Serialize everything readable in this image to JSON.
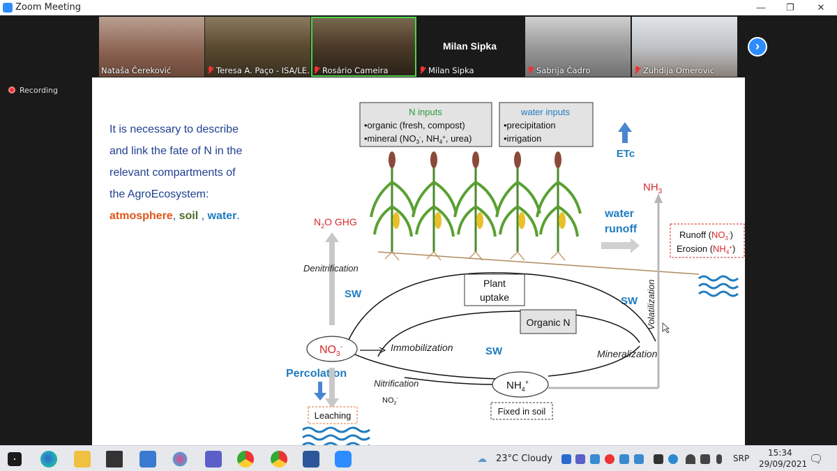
{
  "window": {
    "title": "Zoom Meeting"
  },
  "participants": [
    {
      "name": "Nataša Čereković",
      "muted": false,
      "color": "#9a7060"
    },
    {
      "name": "Teresa A. Paço - ISA/LE...",
      "muted": true,
      "color": "#7a6a50"
    },
    {
      "name": "Rosário Cameira",
      "muted": true,
      "color": "#6a5a40",
      "active": true
    },
    {
      "name": "Milan Sipka",
      "muted": true,
      "color": "#1a1a1a",
      "video": false
    },
    {
      "name": "Sabrija Čadro",
      "muted": true,
      "color": "#aaaaaa"
    },
    {
      "name": "Zuhdija Omerovic",
      "muted": true,
      "color": "#c0c4c8"
    }
  ],
  "recording_label": "Recording",
  "slide": {
    "intro_line1": "It is necessary to describe",
    "intro_line2": "and link the fate of N in the",
    "intro_line3": "relevant compartments of",
    "intro_line4": "the AgroEcosystem:",
    "atmosphere": "atmosphere",
    "soil": "soil",
    "water": "water",
    "n_inputs_title": "N inputs",
    "n_inputs_1": "•organic (fresh, compost)",
    "n_inputs_2": "•mineral (NO",
    "water_inputs_title": "water inputs",
    "water_inputs_1": "•precipitation",
    "water_inputs_2": "•irrigation",
    "etc": "ETc",
    "nh3": "NH",
    "n2o": "GHG",
    "water_runoff_1": "water",
    "water_runoff_2": "runoff",
    "runoff_label": "Runoff (",
    "erosion_label": "Erosion (",
    "denitrification": "Denitrification",
    "sw": "SW",
    "plant_uptake_1": "Plant",
    "plant_uptake_2": "uptake",
    "organic_n": "Organic N",
    "volatilization": "Volatilization",
    "immobilization": "Immobilization",
    "mineralization": "Mineralization",
    "percolation": "Percolation",
    "nitrification": "Nitrification",
    "no2": "NO",
    "leaching": "Leaching",
    "fixed_in_soil": "Fixed in soil",
    "no3": "NO",
    "nh4": "NH"
  },
  "taskbar": {
    "weather": "23°C  Cloudy",
    "lang": "SRP",
    "time": "15:34",
    "date": "29/09/2021"
  }
}
